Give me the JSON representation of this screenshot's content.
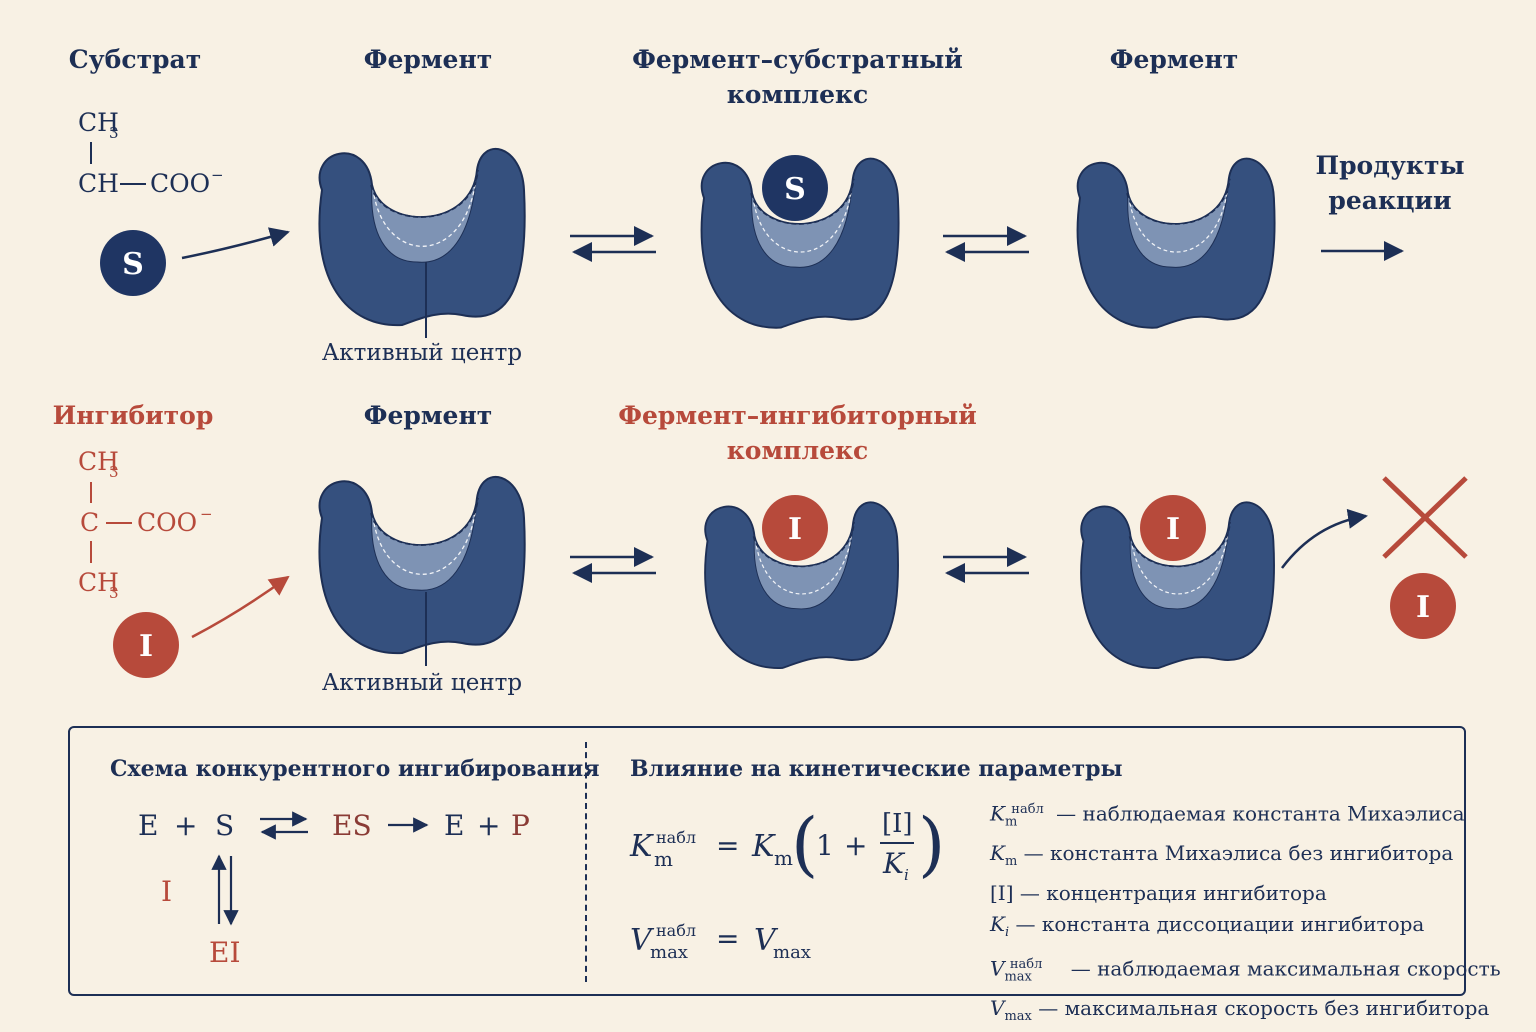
{
  "row1": {
    "substrate_title": "Субстрат",
    "enzyme_title": "Фермент",
    "es_complex_title_1": "Фермент–субстратный",
    "es_complex_title_2": "комплекс",
    "enzyme_title_2": "Фермент",
    "products_1": "Продукты",
    "products_2": "реакции",
    "active_site": "Активный центр",
    "molecule": {
      "ch3": "CH",
      "ch3_sub": "3",
      "ch": "CH",
      "coo": "COO",
      "coo_sup": "−"
    },
    "s_label": "S"
  },
  "row2": {
    "inhibitor_title": "Ингибитор",
    "enzyme_title": "Фермент",
    "ei_complex_title_1": "Фермент–ингибиторный",
    "ei_complex_title_2": "комплекс",
    "active_site": "Активный центр",
    "molecule": {
      "ch3_top": "CH",
      "ch3_sub": "3",
      "c": "C",
      "coo": "COO",
      "coo_sup": "−",
      "ch3_bottom": "CH"
    },
    "i_label": "I"
  },
  "panel": {
    "left_title": "Схема конкурентного ингибирования",
    "right_title": "Влияние на кинетические параметры",
    "scheme": {
      "e": "E",
      "plus": "+",
      "s": "S",
      "es": "ES",
      "e2": "E",
      "plus2": "+",
      "p": "P",
      "i": "I",
      "ei": "EI"
    },
    "equations": {
      "k": "K",
      "m": "m",
      "nabl": "набл",
      "eq": "=",
      "one": "1",
      "plus": "+",
      "i_conc": "[I]",
      "ki_k": "K",
      "ki_i": "i",
      "v": "V",
      "max": "max"
    },
    "legend": [
      "— наблюдаемая константа Михаэлиса",
      "— константа Михаэлиса без ингибитора",
      "— концентрация ингибитора",
      "— константа диссоциации ингибитора",
      "— наблюдаемая максимальная скорость",
      "— максимальная скорость без ингибитора"
    ],
    "legend_symbols": [
      "K",
      "K",
      "[I]",
      "K",
      "V",
      "V"
    ]
  },
  "colors": {
    "navy": "#1d2f55",
    "enzyme": "#35507e",
    "pocket": "#7e93b4",
    "red": "#b74a3b",
    "bg": "#f8f1e4"
  }
}
